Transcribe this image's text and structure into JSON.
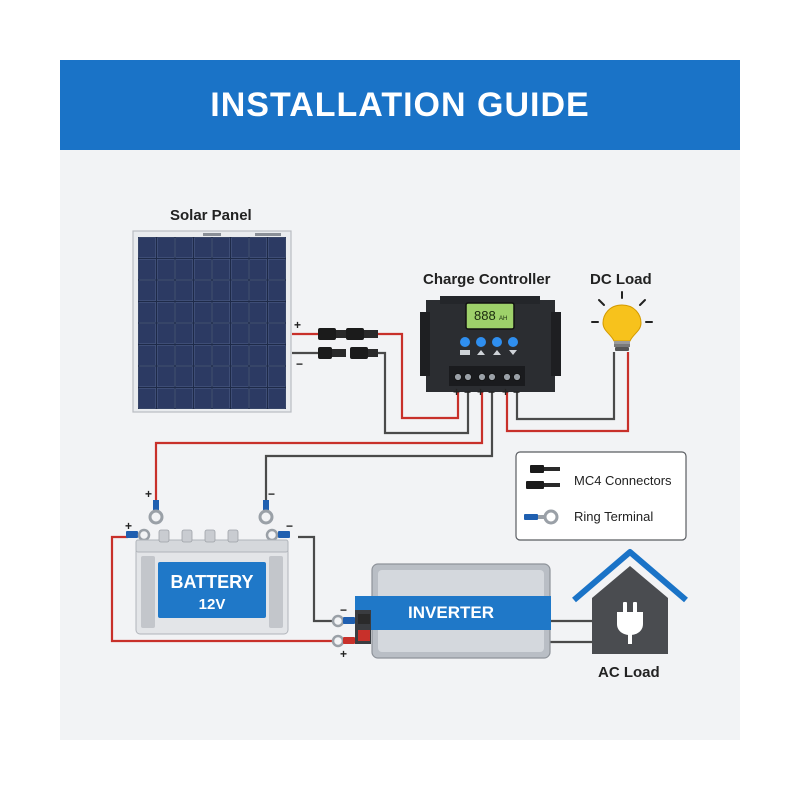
{
  "header": {
    "title": "INSTALLATION GUIDE"
  },
  "components": {
    "solar_panel": "Solar Panel",
    "charge_controller": "Charge Controller",
    "controller_display": "888",
    "controller_display_unit": "AH",
    "dc_load": "DC Load",
    "battery": "BATTERY",
    "battery_voltage": "12V",
    "inverter": "INVERTER",
    "ac_load": "AC Load"
  },
  "polarity": {
    "plus": "+",
    "minus": "−"
  },
  "legend": {
    "items": [
      {
        "label": "MC4 Connectors",
        "icon": "mc4-connector-icon"
      },
      {
        "label": "Ring Terminal",
        "icon": "ring-terminal-icon"
      }
    ]
  },
  "colors": {
    "banner": "#1a73c7",
    "positive_wire": "#c8302a",
    "negative_wire": "#4a4a4a",
    "battery_blue": "#1f78c8",
    "bulb": "#f7c21c"
  }
}
